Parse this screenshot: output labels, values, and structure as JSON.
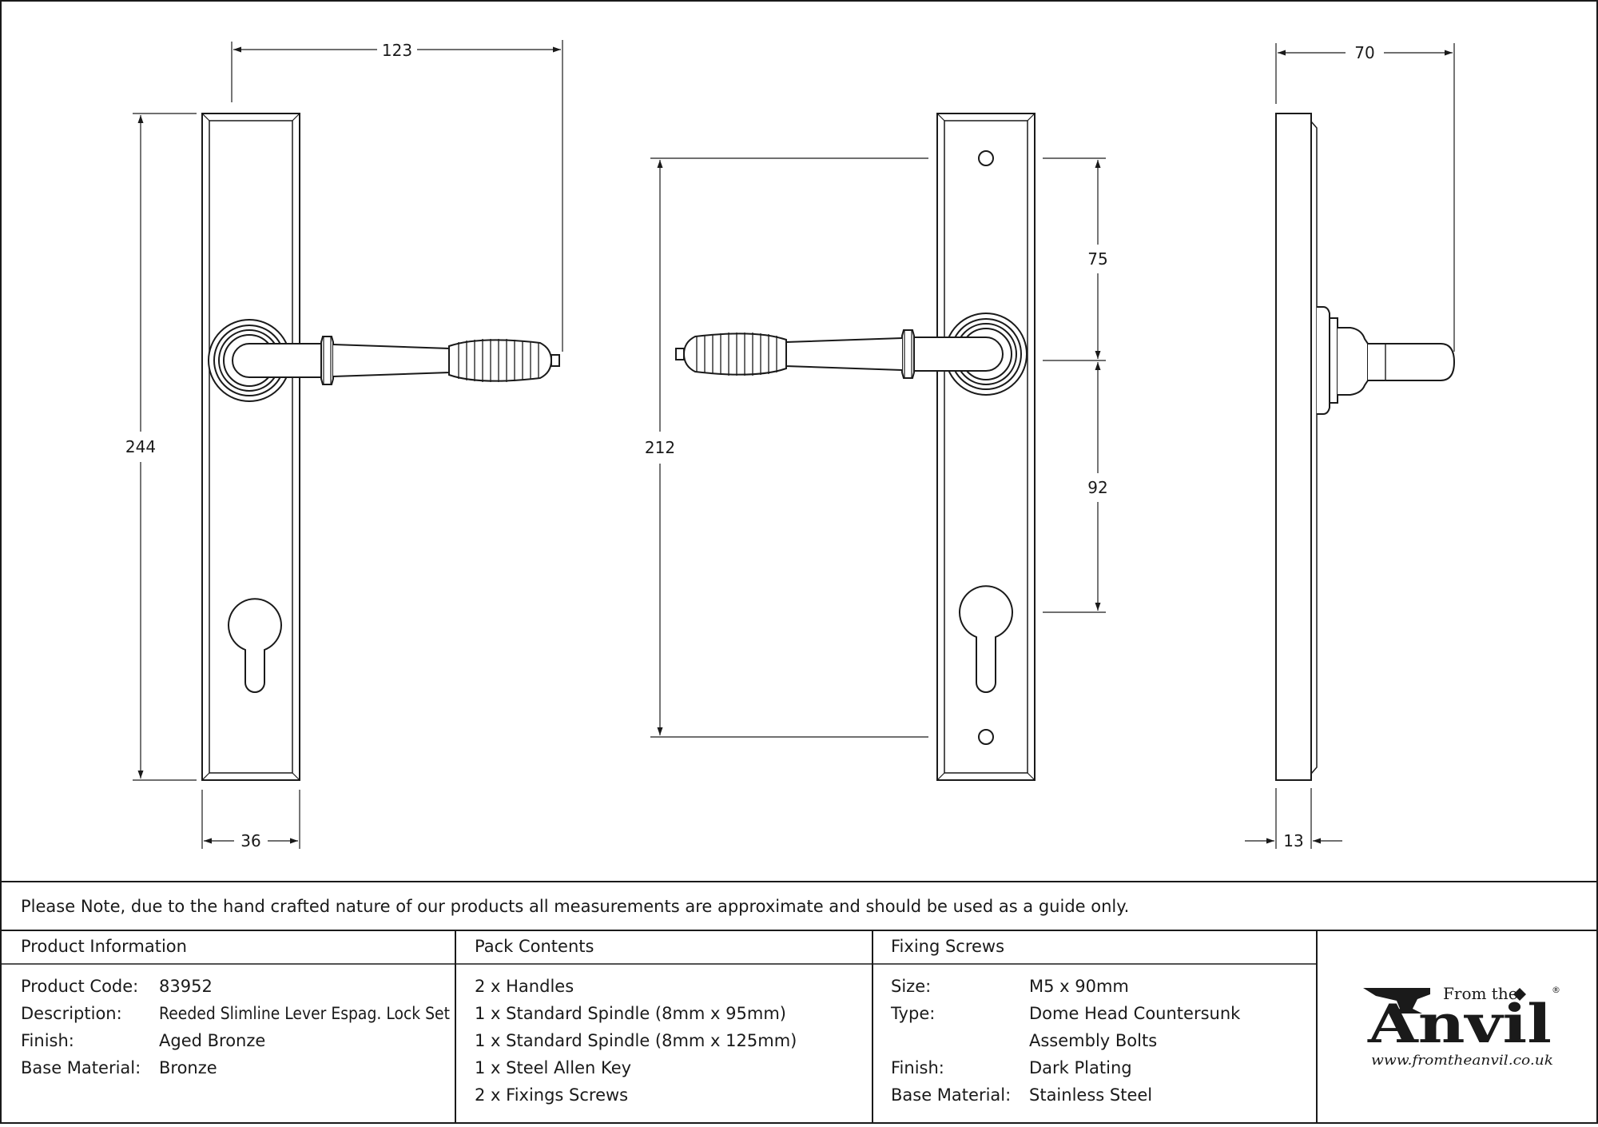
{
  "dimensions": {
    "front_width_total": "123",
    "front_height": "244",
    "plate_width": "36",
    "fixing_centres": "212",
    "upper_centre": "75",
    "lower_centre": "92",
    "projection": "70",
    "plate_depth": "13"
  },
  "note": "Please Note, due to the hand crafted nature of our products all measurements are approximate and should be used as a guide only.",
  "product_info": {
    "header": "Product Information",
    "rows": [
      {
        "label": "Product Code:",
        "value": "83952"
      },
      {
        "label": "Description:",
        "value": "Reeded Slimline Lever Espag. Lock Set"
      },
      {
        "label": "Finish:",
        "value": "Aged Bronze"
      },
      {
        "label": "Base Material:",
        "value": "Bronze"
      }
    ]
  },
  "pack_contents": {
    "header": "Pack Contents",
    "items": [
      "2 x Handles",
      "1 x Standard Spindle (8mm x 95mm)",
      "1 x Standard Spindle (8mm x 125mm)",
      "1 x Steel Allen Key",
      "2 x Fixings Screws"
    ]
  },
  "fixing_screws": {
    "header": "Fixing Screws",
    "rows": [
      {
        "label": "Size:",
        "value": "M5 x 90mm"
      },
      {
        "label": "Type:",
        "value": "Dome Head Countersunk"
      },
      {
        "label": "",
        "value": "Assembly Bolts"
      },
      {
        "label": "Finish:",
        "value": "Dark Plating"
      },
      {
        "label": "Base Material:",
        "value": "Stainless Steel"
      }
    ]
  },
  "logo": {
    "small_text": "From the",
    "big_text": "Anvil",
    "url": "www.fromtheanvil.co.uk",
    "registered": "®"
  }
}
